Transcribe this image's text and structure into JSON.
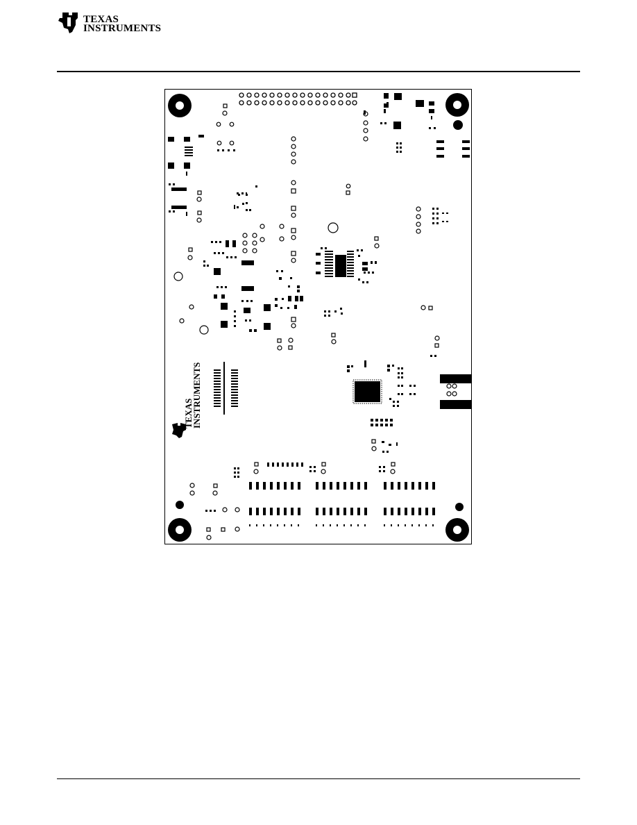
{
  "header": {
    "logo_line1": "TEXAS",
    "logo_line2": "INSTRUMENTS",
    "logo_icon": "ti-logo-icon"
  },
  "figure": {
    "silkscreen_logo_line1": "TEXAS",
    "silkscreen_logo_line2": "INSTRUMENTS",
    "board_color": "#ffffff",
    "ink_color": "#000000"
  }
}
